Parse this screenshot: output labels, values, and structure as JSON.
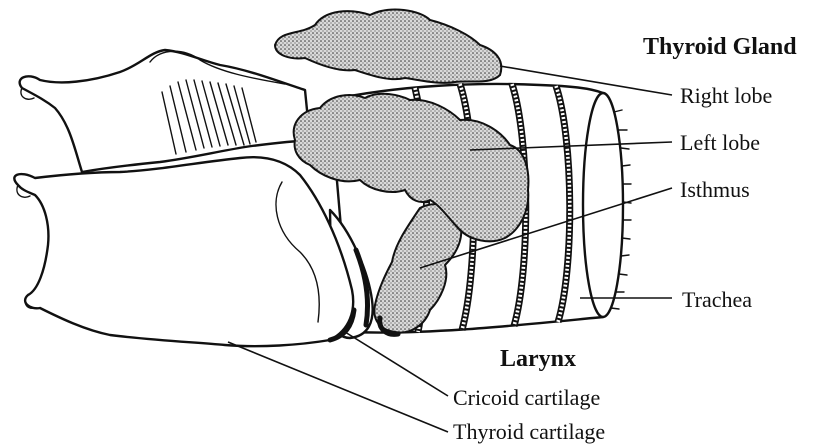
{
  "title": "Thyroid Gland",
  "labels": {
    "right_lobe": "Right lobe",
    "left_lobe": "Left lobe",
    "isthmus": "Isthmus",
    "trachea": "Trachea",
    "larynx": "Larynx",
    "cricoid_cartilage": "Cricoid cartilage",
    "thyroid_cartilage": "Thyroid cartilage"
  }
}
